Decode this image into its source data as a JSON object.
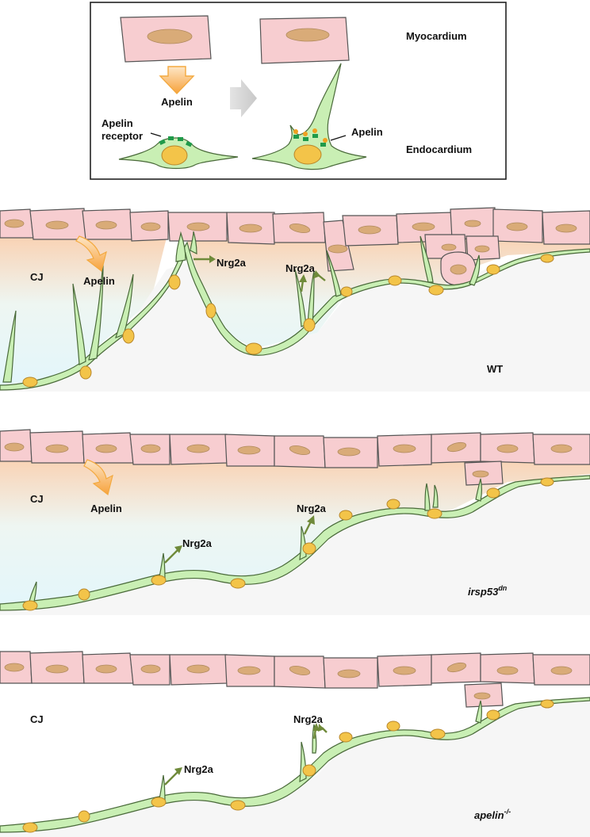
{
  "inset": {
    "myocardium_label": "Myocardium",
    "endocardium_label": "Endocardium",
    "apelin_label": "Apelin",
    "apelin_receptor_label_line1": "Apelin",
    "apelin_receptor_label_line2": "receptor",
    "apelin_right_label": "Apelin"
  },
  "panels": [
    {
      "id": "wt",
      "cj_label": "CJ",
      "apelin_label": "Apelin",
      "nrg_labels": [
        "Nrg2a",
        "Nrg2a"
      ],
      "genotype": "WT"
    },
    {
      "id": "irsp53",
      "cj_label": "CJ",
      "apelin_label": "Apelin",
      "nrg_labels": [
        "Nrg2a",
        "Nrg2a"
      ],
      "genotype": "irsp53",
      "genotype_sup": "dn"
    },
    {
      "id": "apelin",
      "cj_label": "CJ",
      "nrg_labels": [
        "Nrg2a",
        "Nrg2a"
      ],
      "genotype": "apelin",
      "genotype_sup": "-/-"
    }
  ],
  "colors": {
    "myocyte": "#f7cdd0",
    "myocyte_nucleus": "#d9ab78",
    "endocardial_cell": "#c9efb4",
    "endocardial_nucleus": "#f3c449",
    "receptor": "#1f9a4a",
    "ligand": "#f0a020",
    "nrg_arrow": "#6f8a3a",
    "apelin_arrow": "#f6b44e",
    "cj_gradient_top": "#f8d6b8",
    "cj_gradient_bottom": "#e7f7fa",
    "lumen": "#f6f6f6"
  }
}
